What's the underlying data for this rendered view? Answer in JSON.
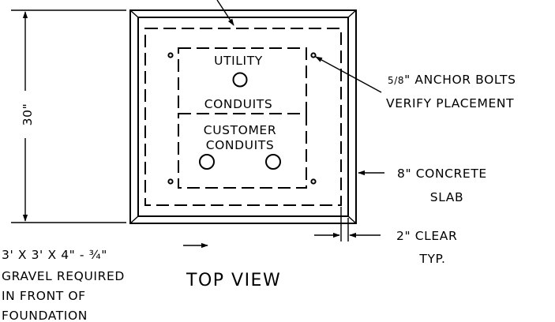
{
  "dimension": {
    "height_label": "30\""
  },
  "inner_labels": {
    "utility_line1": "UTILITY",
    "utility_line2": "CONDUITS",
    "customer_line1": "CUSTOMER",
    "customer_line2": "CONDUITS"
  },
  "callouts": {
    "anchor_fraction": "5/8",
    "anchor_rest": "\" ANCHOR BOLTS",
    "anchor_line2": "VERIFY PLACEMENT",
    "slab_line1": "8\" CONCRETE",
    "slab_line2": "SLAB",
    "clear_line1": "2\" CLEAR",
    "clear_line2": "TYP.",
    "gravel_line1": "3' X 3' X 4\" - ¾\"",
    "gravel_line2": "GRAVEL REQUIRED",
    "gravel_line3": "IN FRONT OF",
    "gravel_line4": "FOUNDATION"
  },
  "view_title": "TOP VIEW"
}
